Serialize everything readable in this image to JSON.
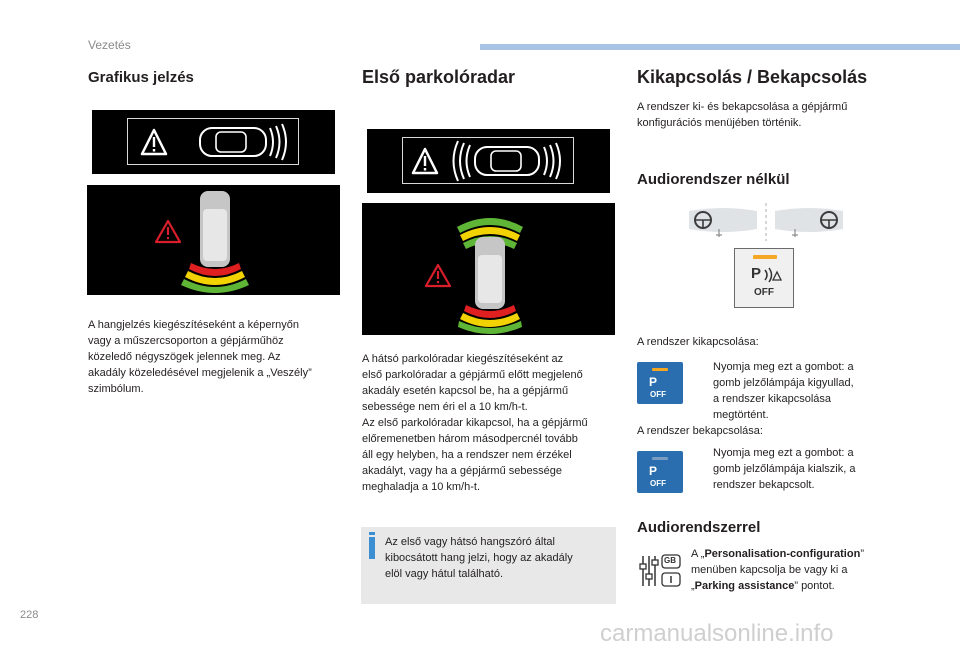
{
  "header": {
    "section": "Vezetés"
  },
  "page_number": "228",
  "watermark": "carmanualsonline.info",
  "col1": {
    "title": "Grafikus jelzés",
    "paragraph": [
      "A hangjelzés kiegészítéseként a képernyőn",
      "vagy a műszercsoporton a gépjárműhöz",
      "közeledő négyszögek jelennek meg. Az",
      "akadály közeledésével megjelenik a „Veszély”",
      "szimbólum."
    ]
  },
  "col2": {
    "title": "Első parkolóradar",
    "paragraph": [
      "A hátsó parkolóradar kiegészítéseként az",
      "első parkolóradar a gépjármű előtt megjelenő",
      "akadály esetén kapcsol be, ha a gépjármű",
      "sebessége nem éri el a 10 km/h-t.",
      "Az első parkolóradar kikapcsol, ha a gépjármű",
      "előremenetben három másodpercnél tovább",
      "áll egy helyben, ha a rendszer nem érzékel",
      "akadályt, vagy ha a gépjármű sebessége",
      "meghaladja a 10 km/h-t."
    ],
    "note": [
      "Az első vagy hátsó hangszóró által",
      "kibocsátott hang jelzi, hogy az akadály",
      "elöl vagy hátul található."
    ]
  },
  "col3": {
    "title": "Kikapcsolás / Bekapcsolás",
    "intro": [
      "A rendszer ki- és bekapcsolása a gépjármű",
      "konfigurációs menüjében történik."
    ],
    "sub1": "Audiorendszer nélkül",
    "button_p": "P",
    "button_off": "OFF",
    "off_label": "A rendszer kikapcsolása:",
    "off_bullet": [
      "Nyomja meg ezt a gombot: a",
      "gomb jelzőlámpája kigyullad,",
      "a rendszer kikapcsolása",
      "megtörtént."
    ],
    "on_label": "A rendszer bekapcsolása:",
    "on_bullet": [
      "Nyomja meg ezt a gombot: a",
      "gomb jelzőlámpája kialszik, a",
      "rendszer bekapcsolt."
    ],
    "bullet_glyph": "",
    "sub2": "Audiorendszerrel",
    "audio_icon_label": "GB",
    "audio_line1_pre": "A „",
    "audio_line1_bold": "Personalisation-configuration",
    "audio_line1_post": "”",
    "audio_line2": "menüben kapcsolja be vagy ki a",
    "audio_line3_pre": "„",
    "audio_line3_bold": "Parking assistance",
    "audio_line3_post": "” pontot."
  },
  "colors": {
    "accent_blue": "#2a6eb0",
    "header_bar": "#a8c3e3",
    "zone_green": "#5fb536",
    "zone_yellow": "#f2d200",
    "zone_red": "#e02020",
    "lamp_orange": "#f5a623"
  },
  "icons": [
    "warning-triangle-icon",
    "car-top-view-icon",
    "parking-sensor-button-icon",
    "steering-wheel-icon",
    "menu-settings-icon",
    "info-icon"
  ]
}
